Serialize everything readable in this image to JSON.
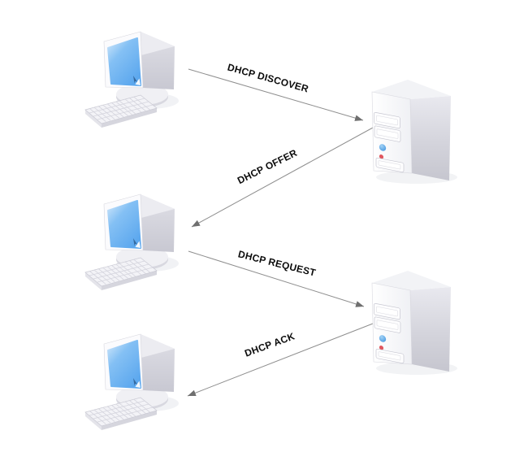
{
  "diagram": {
    "type": "sequence-flow",
    "messages": [
      {
        "id": "dhcp-discover",
        "label": "DHCP DISCOVER",
        "from": "client",
        "to": "server"
      },
      {
        "id": "dhcp-offer",
        "label": "DHCP OFFER",
        "from": "server",
        "to": "client"
      },
      {
        "id": "dhcp-request",
        "label": "DHCP REQUEST",
        "from": "client",
        "to": "server"
      },
      {
        "id": "dhcp-ack",
        "label": "DHCP ACK",
        "from": "server",
        "to": "client"
      }
    ],
    "nodes": {
      "clients": [
        {
          "icon": "desktop-computer-icon"
        },
        {
          "icon": "desktop-computer-icon"
        },
        {
          "icon": "desktop-computer-icon"
        }
      ],
      "servers": [
        {
          "icon": "server-tower-icon"
        },
        {
          "icon": "server-tower-icon"
        }
      ]
    },
    "colors": {
      "background": "#ffffff",
      "arrow": "#8e8e8e",
      "arrowhead": "#6f6f6f",
      "label_text": "#0c0c0c",
      "screen_blue": "#64aef0",
      "power_button_blue": "#4298e0",
      "power_light_red": "#e0565e",
      "chassis_light": "#f5f5f8",
      "chassis_shade": "#c9c9d2"
    }
  }
}
